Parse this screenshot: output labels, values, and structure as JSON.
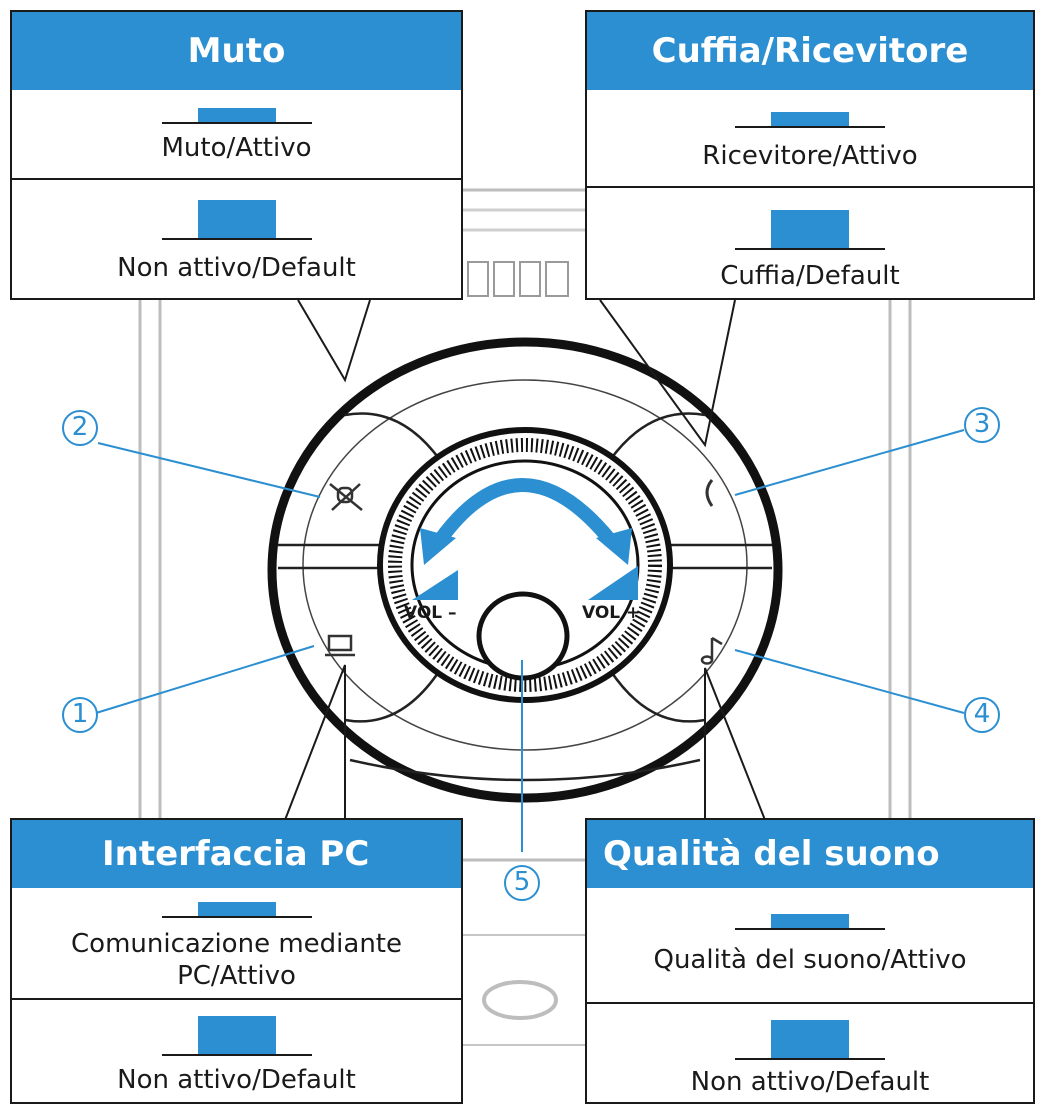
{
  "panels": {
    "mute": {
      "title": "Muto",
      "state_active": "Muto/Attivo",
      "state_default": "Non attivo/Default"
    },
    "headset_receiver": {
      "title": "Cuffia/Ricevitore",
      "state_active": "Ricevitore/Attivo",
      "state_default": "Cuffia/Default"
    },
    "pc_interface": {
      "title": "Interfaccia PC",
      "state_active_line1": "Comunicazione mediante",
      "state_active_line2": "PC/Attivo",
      "state_default": "Non attivo/Default"
    },
    "sound_quality": {
      "title": "Qualità del suono",
      "state_active": "Qualità del suono/Attivo",
      "state_default": "Non attivo/Default"
    }
  },
  "callouts": [
    "1",
    "2",
    "3",
    "4",
    "5"
  ],
  "device": {
    "vol_minus": "VOL –",
    "vol_plus": "VOL +"
  },
  "colors": {
    "accent": "#2b8fd1",
    "line": "#1a1a1a"
  },
  "icons": [
    "mute-icon",
    "phone-receiver-icon",
    "pc-icon",
    "music-note-icon"
  ]
}
